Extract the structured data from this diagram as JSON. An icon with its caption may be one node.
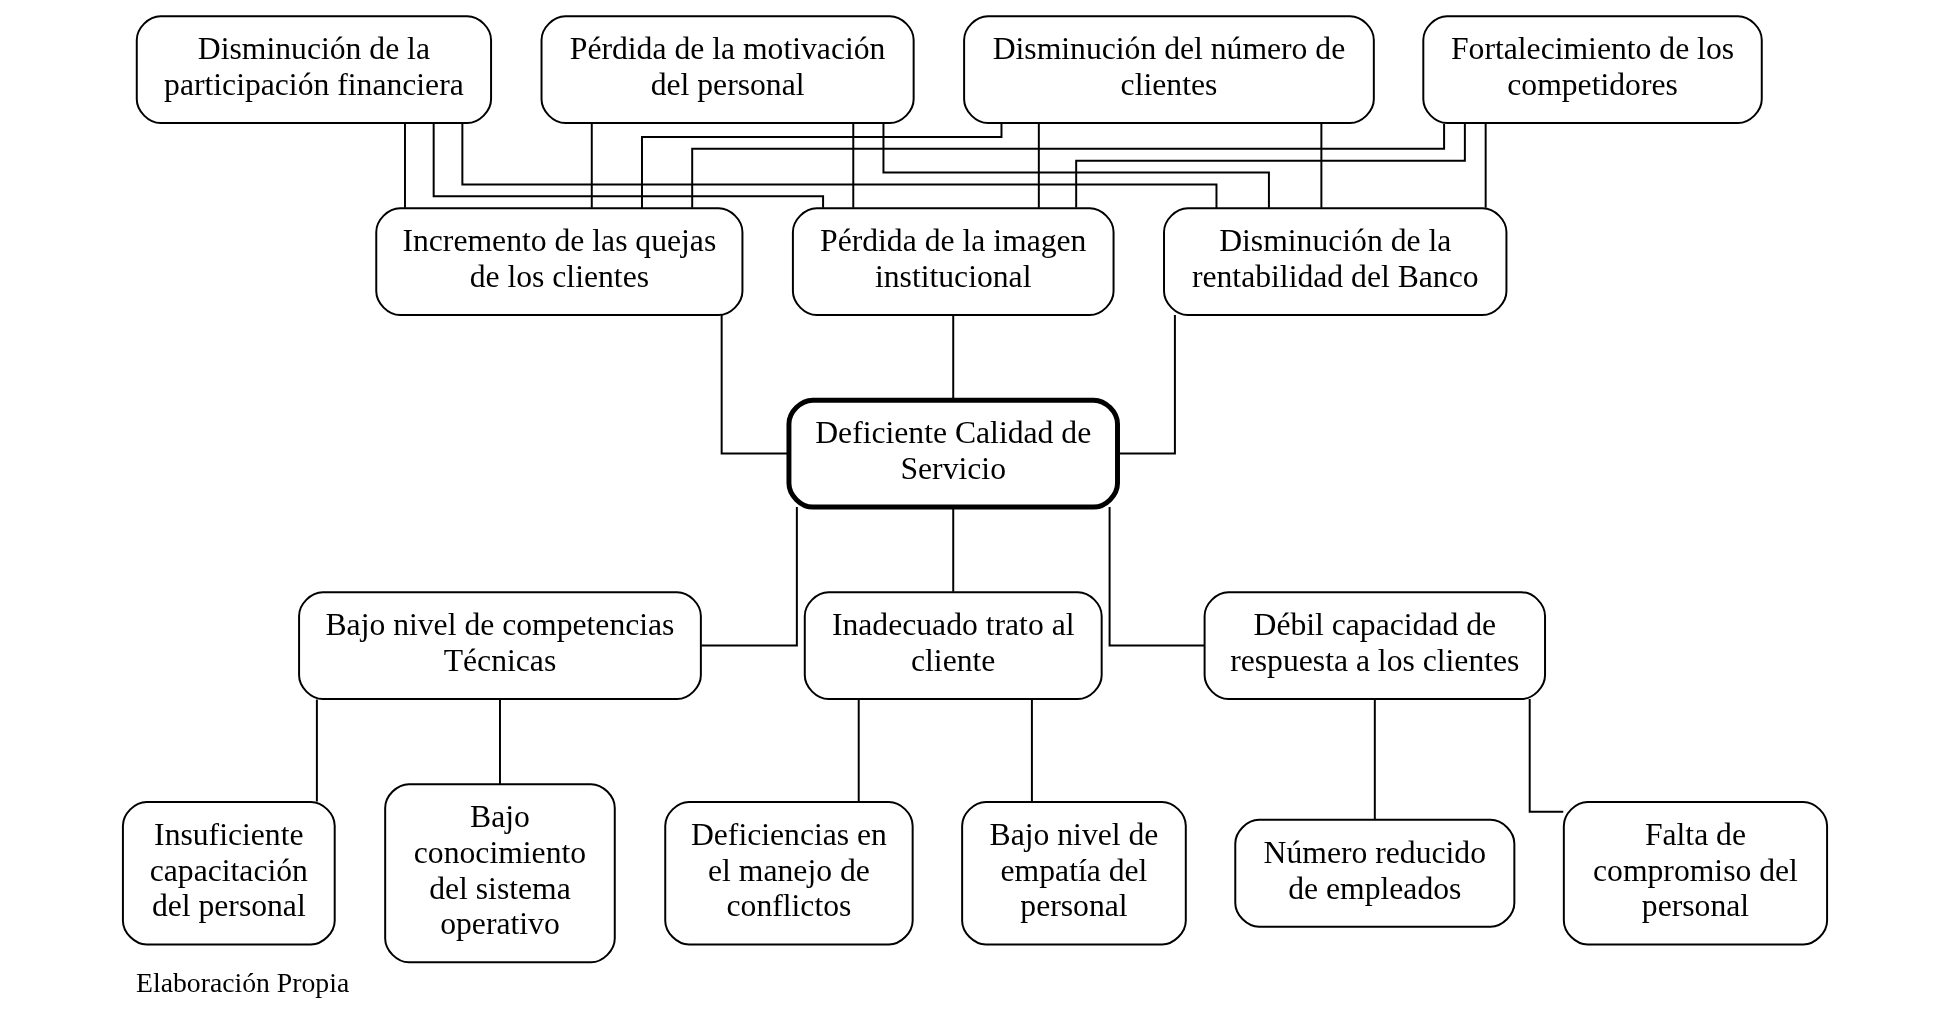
{
  "diagram": {
    "caption": "Elaboración Propia",
    "nodes": [
      {
        "text": [
          "Disminución del número de clientes"
        ]
      },
      {
        "text": [
          "Fortalecimiento de los competidores"
        ]
      },
      {
        "text": [
          "Disminución de la participación financiera"
        ]
      },
      {
        "text": [
          "Pérdida de la motivación del personal"
        ]
      },
      {
        "text": [
          "Incremento de las quejas de los clientes"
        ]
      },
      {
        "text": [
          "Pérdida de la imagen institucional"
        ]
      },
      {
        "text": [
          "Disminución de la rentabilidad del Banco"
        ]
      },
      {
        "text": [
          "Deficiente Calidad de Servicio"
        ]
      },
      {
        "text": [
          "Bajo nivel de competencias Técnicas"
        ]
      },
      {
        "text": [
          "Inadecuado trato al cliente"
        ]
      },
      {
        "text": [
          "Débil capacidad de respuesta a los clientes"
        ]
      },
      {
        "text": [
          "Insuficiente capacitación del personal"
        ]
      },
      {
        "text": [
          "Bajo conocimiento del sistema operativo"
        ]
      },
      {
        "text": [
          "Deficiencias en el manejo de conflictos"
        ]
      },
      {
        "text": [
          "Bajo nivel de empatía del personal"
        ]
      },
      {
        "text": [
          "Número reducido de empleados"
        ]
      },
      {
        "text": [
          "Falta de compromiso del personal"
        ]
      }
    ],
    "edges": [
      {
        "from": 0,
        "to": 4,
        "arrow": "none"
      },
      {
        "from": 0,
        "to": 5,
        "arrow": "none"
      },
      {
        "from": 0,
        "to": 6,
        "arrow": "none"
      },
      {
        "from": 1,
        "to": 4,
        "arrow": "none"
      },
      {
        "from": 1,
        "to": 5,
        "arrow": "none"
      },
      {
        "from": 1,
        "to": 6,
        "arrow": "none"
      },
      {
        "from": 2,
        "to": 4,
        "arrow": "none"
      },
      {
        "from": 2,
        "to": 5,
        "arrow": "none"
      },
      {
        "from": 2,
        "to": 6,
        "arrow": "none"
      },
      {
        "from": 3,
        "to": 4,
        "arrow": "none"
      },
      {
        "from": 3,
        "to": 5,
        "arrow": "none"
      },
      {
        "from": 3,
        "to": 6,
        "arrow": "none"
      },
      {
        "from": 4,
        "to": 7,
        "arrow": "none"
      },
      {
        "from": 5,
        "to": 7,
        "arrow": "none"
      },
      {
        "from": 6,
        "to": 7,
        "arrow": "none"
      },
      {
        "from": 7,
        "to": 8,
        "arrow": "none"
      },
      {
        "from": 7,
        "to": 9,
        "arrow": "none"
      },
      {
        "from": 7,
        "to": 10,
        "arrow": "none"
      },
      {
        "from": 8,
        "to": 11,
        "arrow": "none"
      },
      {
        "from": 8,
        "to": 12,
        "arrow": "none"
      },
      {
        "from": 9,
        "to": 13,
        "arrow": "none"
      },
      {
        "from": 9,
        "to": 14,
        "arrow": "none"
      },
      {
        "from": 10,
        "to": 15,
        "arrow": "none"
      },
      {
        "from": 10,
        "to": 16,
        "arrow": "none"
      }
    ]
  }
}
